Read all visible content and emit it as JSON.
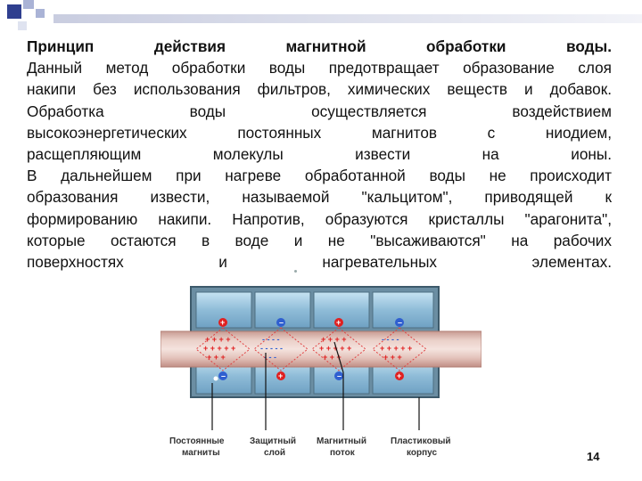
{
  "paragraph_lines": [
    "Принцип действия магнитной обработки воды.",
    "Данный метод обработки воды предотвращает образование слоя",
    "накипи без использования фильтров, химических веществ и добавок.",
    "Обработка воды осуществляется воздействием",
    "высокоэнергетических постоянных магнитов с ниодием,",
    "расщепляющим молекулы извести на ионы.",
    "В дальнейшем при нагреве обработанной воды не происходит",
    "образования извести, называемой \"кальцитом\", приводящей к",
    "формированию накипи. Напротив, образуются кристаллы \"арагонита\",",
    "которые остаются в воде и не \"высаживаются\" на рабочих",
    "поверхностях и нагревательных элементах."
  ],
  "diagram": {
    "labels": [
      [
        "Постоянные",
        "магниты"
      ],
      [
        "Защитный",
        "слой"
      ],
      [
        "Магнитный",
        "поток"
      ],
      [
        "Пластиковый",
        "корпус"
      ]
    ],
    "colors": {
      "magnet_body": "#9ec9e3",
      "magnet_frame": "#5a7f95",
      "pipe": "#d8b0a8",
      "plus_marks": "#e02020",
      "minus_marks": "#2f5fd0"
    }
  },
  "page_number": "14",
  "colors": {
    "accent_dark": "#2f3f8f",
    "accent_light": "#aab3d6"
  }
}
